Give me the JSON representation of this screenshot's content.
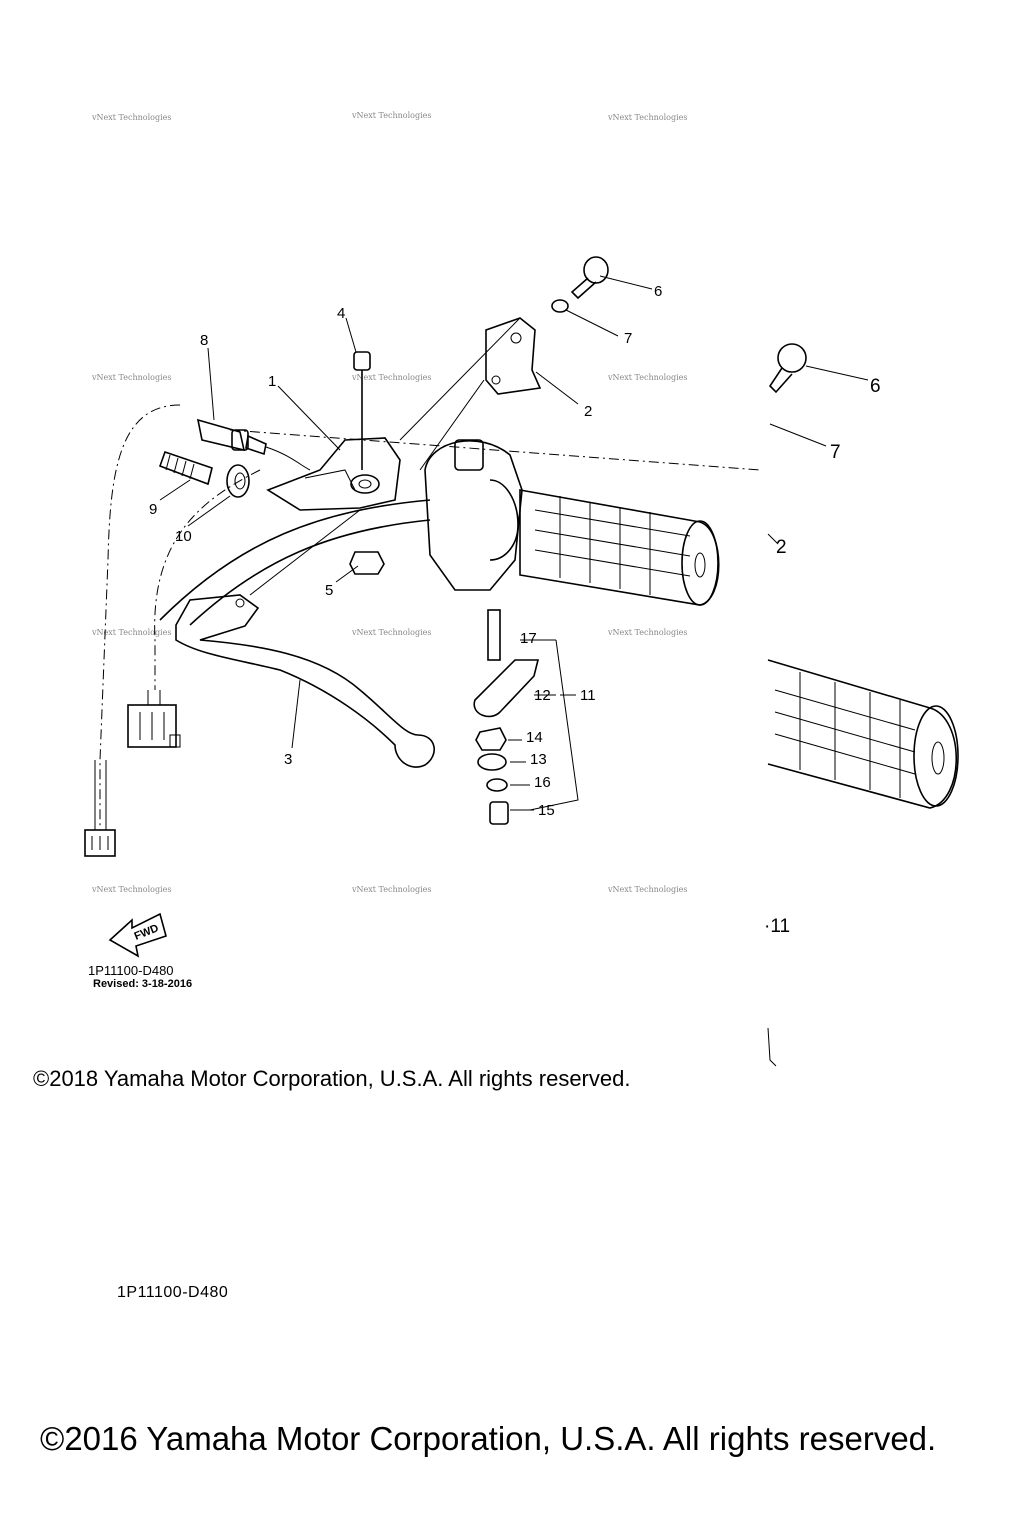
{
  "diagram": {
    "callouts": {
      "c1": "1",
      "c2": "2",
      "c3": "3",
      "c4": "4",
      "c5": "5",
      "c6": "6",
      "c7": "7",
      "c8": "8",
      "c9": "9",
      "c10": "10",
      "c11": "11",
      "c12": "12",
      "c13": "13",
      "c14": "14",
      "c15": "15",
      "c16": "16",
      "c17": "17"
    },
    "overlay_callouts": {
      "o6": "6",
      "o7": "7",
      "o2": "2",
      "o11": "·11"
    },
    "watermark": "vNext Technologies",
    "fwd_label": "FWD"
  },
  "footer": {
    "diagram_code_small": "1P11100-D480",
    "revised": "Revised: 3-18-2016",
    "copyright_2018": "©2018 Yamaha Motor Corporation, U.S.A. All rights reserved.",
    "diagram_code_large": "1P11100-D480",
    "copyright_2016": "©2016 Yamaha Motor Corporation, U.S.A. All rights reserved."
  }
}
